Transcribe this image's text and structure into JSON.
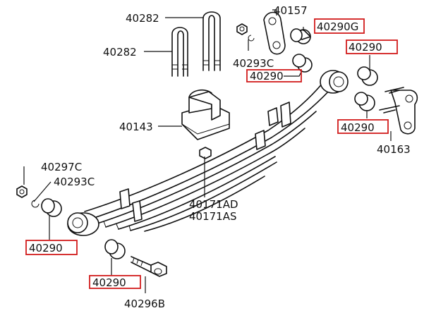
{
  "labels": {
    "l40282a": "40282",
    "l40282b": "40282",
    "l40157": "40157",
    "l40290g": "40290G",
    "l40293c_top": "40293C",
    "l40290_top": "40290",
    "l40290_right1": "40290",
    "l40290_right2": "40290",
    "l40163": "40163",
    "l40143": "40143",
    "l40297c": "40297C",
    "l40293c_left": "40293C",
    "l40171ad": "40171AD",
    "l40171as": "40171AS",
    "l40290_left": "40290",
    "l40290_bottom": "40290",
    "l40296b": "40296B"
  },
  "highlight_color": "#d11b1b"
}
